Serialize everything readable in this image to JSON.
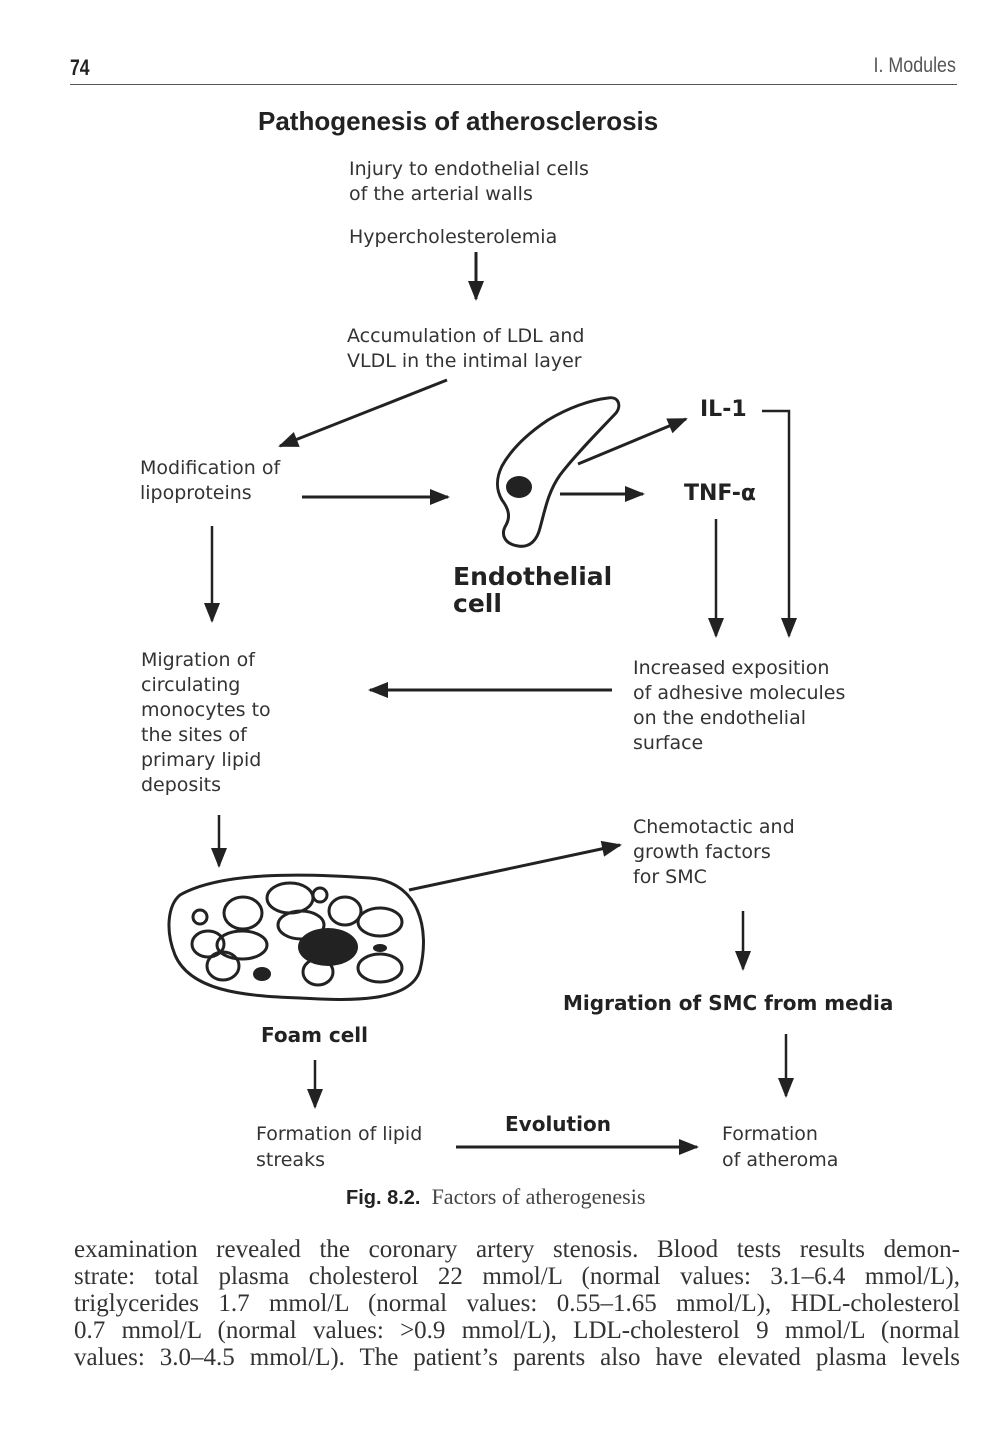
{
  "header": {
    "page_number": "74",
    "section": "I. Modules"
  },
  "figure": {
    "title": "Pathogenesis of atherosclerosis",
    "nodes": {
      "injury": [
        "Injury to endothelial cells",
        "of the arterial walls"
      ],
      "hyperchol": "Hypercholesterolemia",
      "accumulation": [
        "Accumulation of LDL and",
        "VLDL in the intimal layer"
      ],
      "modification": [
        "Modification of",
        "lipoproteins"
      ],
      "il1": "IL-1",
      "tnf": "TNF-α",
      "endothelial_cell": [
        "Endothelial",
        "cell"
      ],
      "migration_monocytes": [
        "Migration of",
        "circulating",
        "monocytes to",
        "the  sites of",
        "primary lipid",
        "deposits"
      ],
      "adhesive": [
        "Increased exposition",
        "of adhesive molecules",
        "on the endothelial",
        "surface"
      ],
      "chemotactic": [
        "Chemotactic and",
        "growth factors",
        "for SMC"
      ],
      "foam_cell": "Foam cell",
      "migration_smc": "Migration of SMC from media",
      "lipid_streaks": [
        "Formation of lipid",
        "streaks"
      ],
      "evolution": "Evolution",
      "atheroma": [
        "Formation",
        "of atheroma"
      ]
    },
    "caption_label": "Fig. 8.2.",
    "caption_text": "Factors of atherogenesis"
  },
  "body_text": [
    "examination revealed the coronary artery stenosis. Blood tests results demon-",
    "strate: total plasma cholesterol 22 mmol/L (normal values: 3.1–6.4 mmol/L),",
    "triglycerides 1.7 mmol/L (normal values: 0.55–1.65 mmol/L), HDL-cholesterol",
    "0.7 mmol/L (normal values: >0.9 mmol/L), LDL-cholesterol 9 mmol/L (normal",
    "values: 3.0–4.5 mmol/L). The patient’s parents also have elevated plasma levels"
  ]
}
